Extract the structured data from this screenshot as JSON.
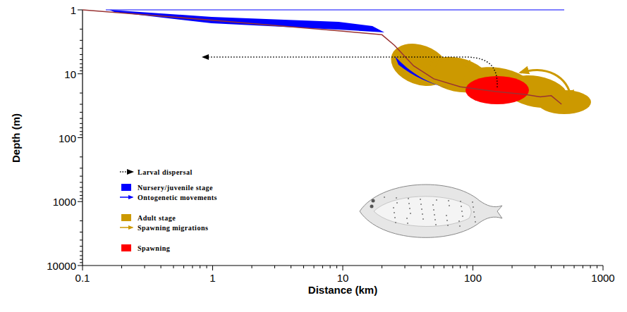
{
  "diagram": {
    "labels": [
      "1",
      "10",
      "100",
      "1000",
      "10000",
      "0.1",
      "1",
      "10",
      "100",
      "1000",
      "Depth (m)",
      "Distance (km)"
    ],
    "legend": [
      {
        "text": "Larval dispersal"
      },
      {
        "text": "Nursery/juvenile stage",
        "color": "#0000ff"
      },
      {
        "text": "Ontogenetic movements"
      },
      {
        "text": "Adult stage",
        "color": "#cc9900"
      },
      {
        "text": "Spawning migrations"
      },
      {
        "text": "Spawning",
        "color": "#ff0000"
      }
    ]
  }
}
